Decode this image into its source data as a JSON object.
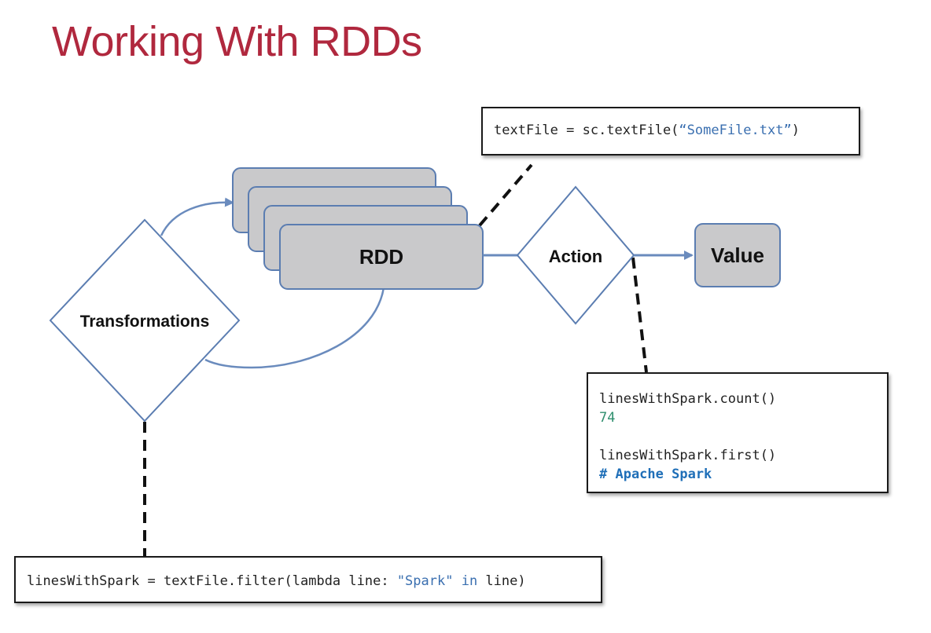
{
  "title": "Working With RDDs",
  "nodes": {
    "rdd": "RDD",
    "action": "Action",
    "value": "Value",
    "transformations": "Transformations"
  },
  "code": {
    "textfile": {
      "var": "textFile",
      "op": " = sc.textFile(",
      "str": "“SomeFile.txt”",
      "close": ")"
    },
    "filter": {
      "var": "linesWithSpark",
      "op": " = textFile.filter(lambda line: ",
      "str": "\"Spark\"",
      "in": " in ",
      "end": "line)"
    },
    "actions": {
      "count_call": "linesWithSpark.count()",
      "count_result": "74",
      "first_call": "linesWithSpark.first()",
      "first_result": "# Apache Spark"
    }
  },
  "colors": {
    "title": "#b0283e",
    "rdd_fill": "#c9c9cb",
    "rdd_stroke": "#5b7db1",
    "arrow": "#6a8bbd",
    "diamond_stroke": "#5b7db1",
    "string": "#3a6fb0",
    "comment": "#1f6fb8"
  }
}
